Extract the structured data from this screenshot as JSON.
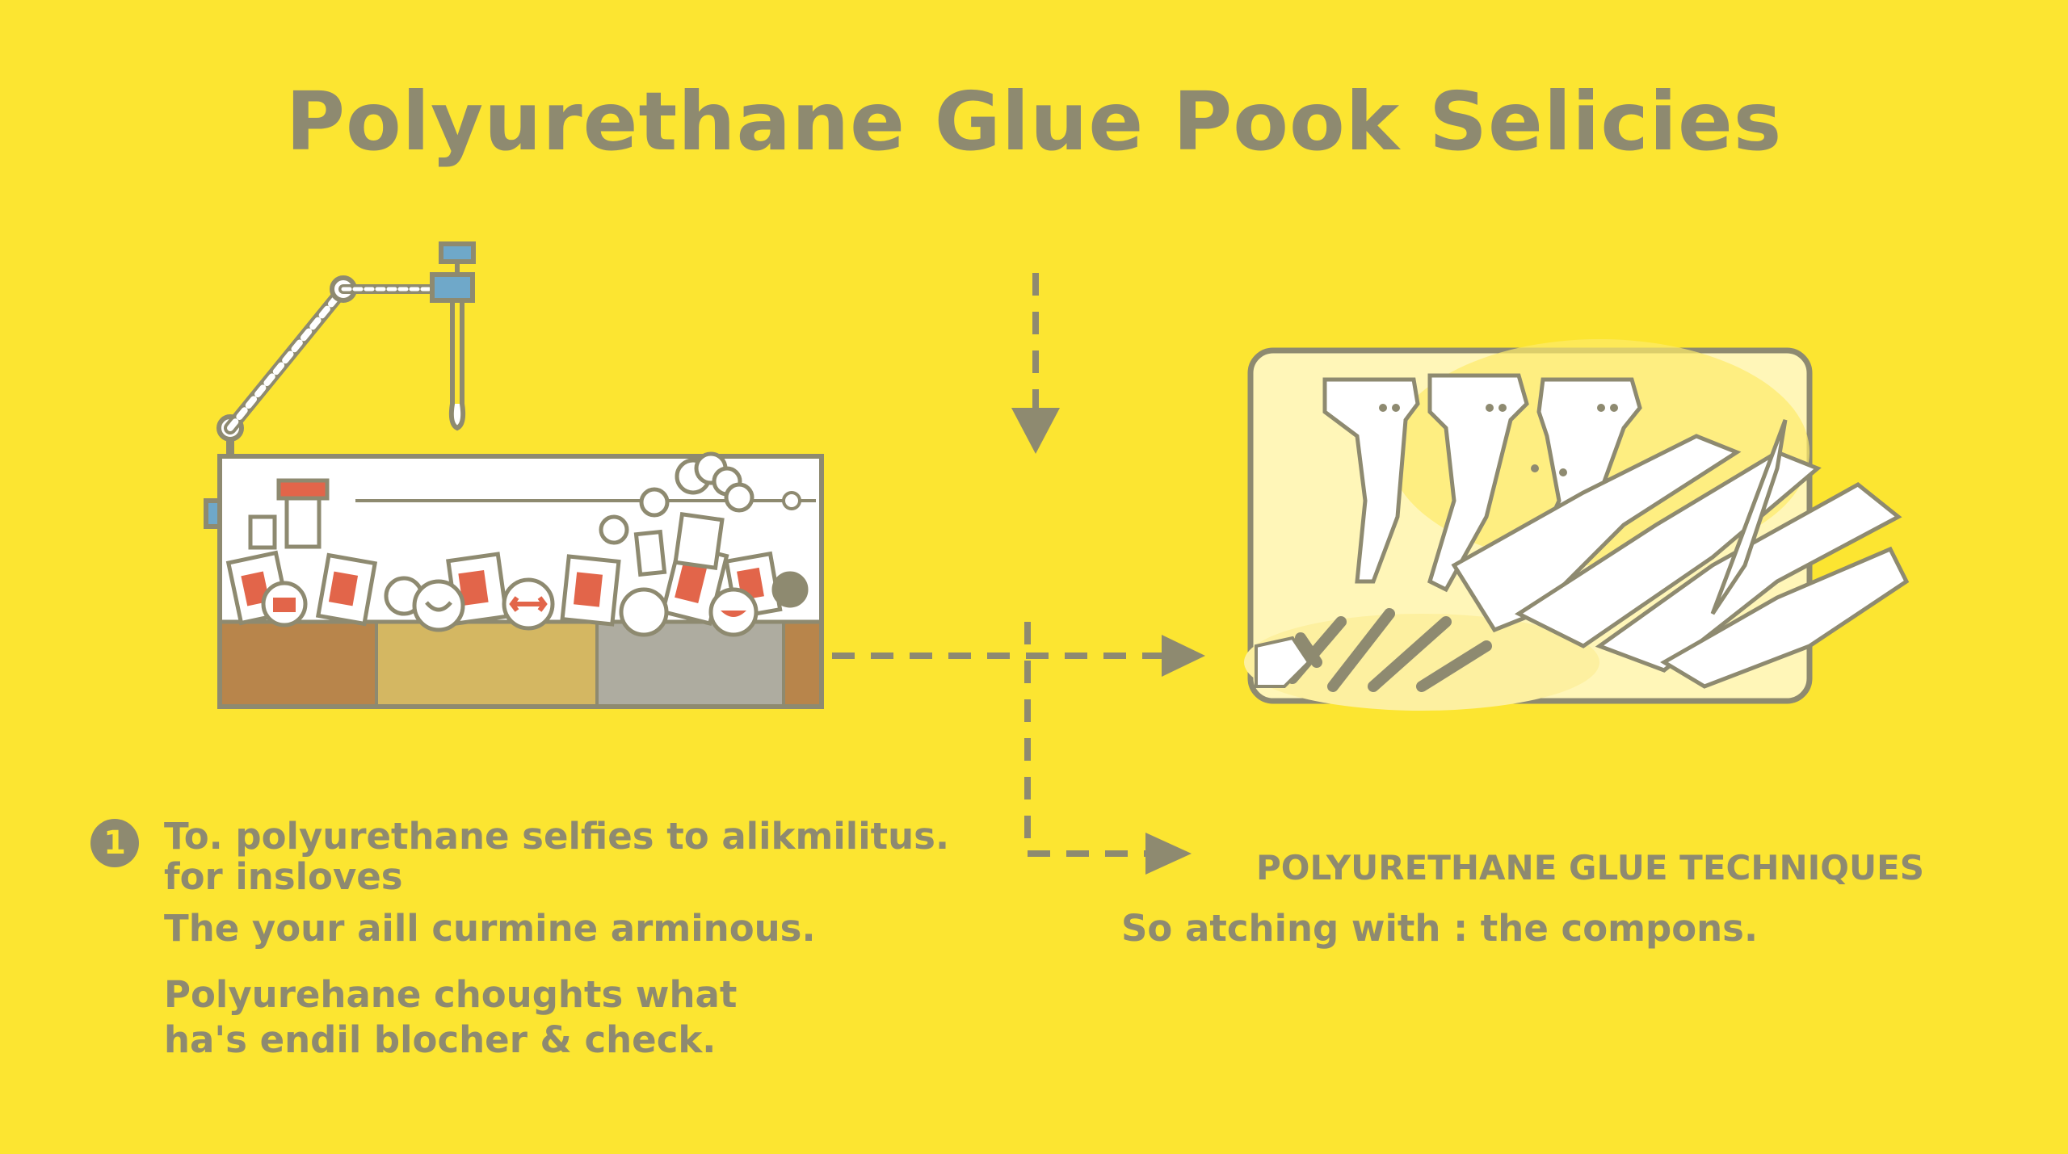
{
  "title": "Polyurethane Glue Pook Selicies",
  "step": {
    "number": "1",
    "line1": "To. polyurethane selfies to alikmilitus.",
    "line2": "for insloves",
    "line3": "The your aill curmine arminous.",
    "line4a": "Polyurehane choughts what",
    "line4b": "ha's endil blocher & check."
  },
  "right_caption": {
    "title": "POLYURETHANE GLUE TECHNIQUES",
    "body": "So atching with : the compons."
  },
  "colors": {
    "background": "#FCE531",
    "ink": "#8E8A70",
    "accent_orange": "#E2654A",
    "accent_blue": "#6FA8C9"
  },
  "icons": {
    "robot_arm": "robot-arm-icon",
    "bin": "parts-bin-icon",
    "explosion": "shattered-pieces-icon"
  }
}
